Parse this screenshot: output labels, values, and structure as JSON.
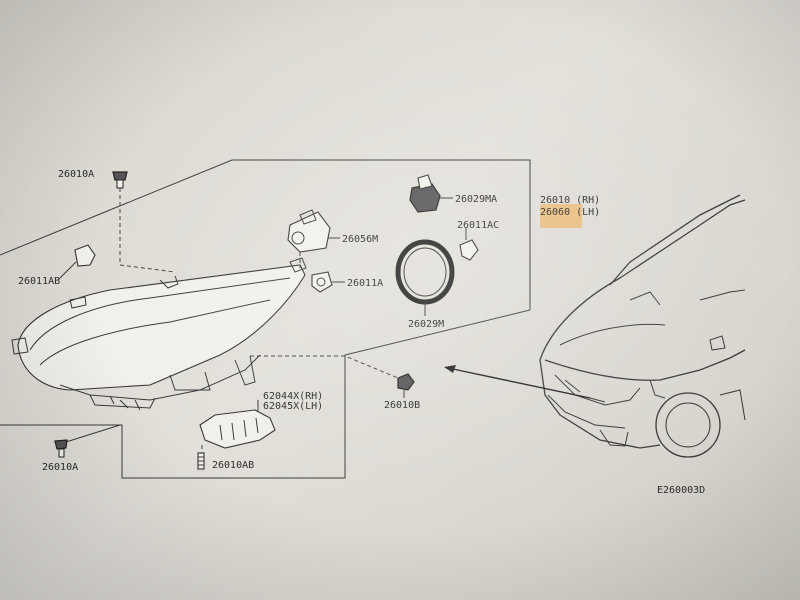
{
  "diagram": {
    "figure_code": "E260003D",
    "labels": {
      "p26010A_top": "26010A",
      "p26011AB": "26011AB",
      "p26056M": "26056M",
      "p26011A": "26011A",
      "p26029MA": "26029MA",
      "p26011AC": "26011AC",
      "p26029M": "26029M",
      "p26010_rh": "26010 (RH)",
      "p26060_lh": "26060 (LH)",
      "p26010B": "26010B",
      "p62044X_rh": "62044X(RH)",
      "p62045X_lh": "62045X(LH)",
      "p26010AB": "26010AB",
      "p26010A_bottom": "26010A"
    },
    "highlight_color": "#f3a63c",
    "line_color": "#3a3a3a"
  }
}
